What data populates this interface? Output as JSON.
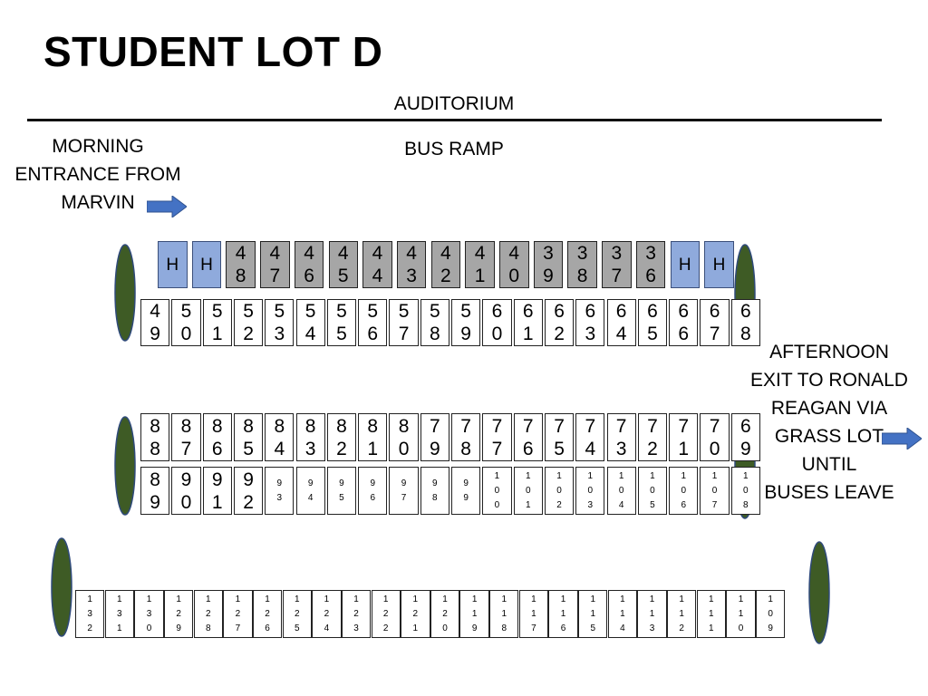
{
  "title": "STUDENT LOT D",
  "labels": {
    "auditorium": "AUDITORIUM",
    "bus_ramp": "BUS RAMP",
    "morning_entrance": [
      "MORNING",
      "ENTRANCE FROM",
      "MARVIN"
    ],
    "afternoon_exit": [
      "AFTERNOON",
      "EXIT TO RONALD",
      "REAGAN VIA",
      "GRASS LOT",
      "UNTIL",
      "BUSES LEAVE"
    ]
  },
  "colors": {
    "handicap_spot": "#8faadc",
    "reserved_spot": "#a6a6a6",
    "tree": "#3e5b25",
    "arrow": "#4472c4"
  },
  "icons": {
    "entrance_arrow": "right-arrow",
    "exit_arrow": "right-arrow",
    "trees": "tree"
  },
  "rows": {
    "row_a": [
      {
        "label": "H",
        "kind": "handicap"
      },
      {
        "label": "H",
        "kind": "handicap"
      },
      {
        "label": "48",
        "kind": "reserved"
      },
      {
        "label": "47",
        "kind": "reserved"
      },
      {
        "label": "46",
        "kind": "reserved"
      },
      {
        "label": "45",
        "kind": "reserved"
      },
      {
        "label": "44",
        "kind": "reserved"
      },
      {
        "label": "43",
        "kind": "reserved"
      },
      {
        "label": "42",
        "kind": "reserved"
      },
      {
        "label": "41",
        "kind": "reserved"
      },
      {
        "label": "40",
        "kind": "reserved"
      },
      {
        "label": "39",
        "kind": "reserved"
      },
      {
        "label": "38",
        "kind": "reserved"
      },
      {
        "label": "37",
        "kind": "reserved"
      },
      {
        "label": "36",
        "kind": "reserved"
      },
      {
        "label": "H",
        "kind": "handicap"
      },
      {
        "label": "H",
        "kind": "handicap"
      }
    ],
    "row_b": [
      "49",
      "50",
      "51",
      "52",
      "53",
      "54",
      "55",
      "56",
      "57",
      "58",
      "59",
      "60",
      "61",
      "62",
      "63",
      "64",
      "65",
      "66",
      "67",
      "68"
    ],
    "row_c": [
      "88",
      "87",
      "86",
      "85",
      "84",
      "83",
      "82",
      "81",
      "80",
      "79",
      "78",
      "77",
      "76",
      "75",
      "74",
      "73",
      "72",
      "71",
      "70",
      "69"
    ],
    "row_d": [
      "89",
      "90",
      "91",
      "92",
      "93",
      "94",
      "95",
      "96",
      "97",
      "98",
      "99",
      "100",
      "101",
      "102",
      "103",
      "104",
      "105",
      "106",
      "107",
      "108"
    ],
    "row_e": [
      "132",
      "131",
      "130",
      "129",
      "128",
      "127",
      "126",
      "125",
      "124",
      "123",
      "122",
      "121",
      "120",
      "119",
      "118",
      "117",
      "116",
      "115",
      "114",
      "113",
      "112",
      "111",
      "110",
      "109"
    ]
  }
}
